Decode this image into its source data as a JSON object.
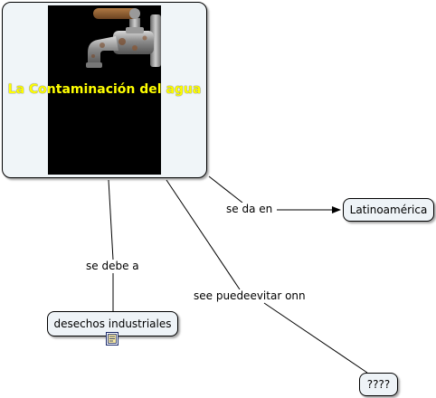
{
  "concept_map": {
    "main_concept": {
      "title": "La Contaminación del agua",
      "image": "water-faucet-image"
    },
    "concepts": {
      "latinoamerica": "Latinoamérica",
      "desechos": "desechos industriales",
      "unknown": "????"
    },
    "linking_phrases": {
      "se_da_en": "se da en",
      "se_debe_a": "se debe a",
      "see_puede": "see puedeevitar onn"
    },
    "resource_icon": "document-icon"
  },
  "colors": {
    "node_fill": "#eef3f7",
    "main_title": "#ffff00",
    "image_background": "#000000",
    "line": "#000000"
  }
}
